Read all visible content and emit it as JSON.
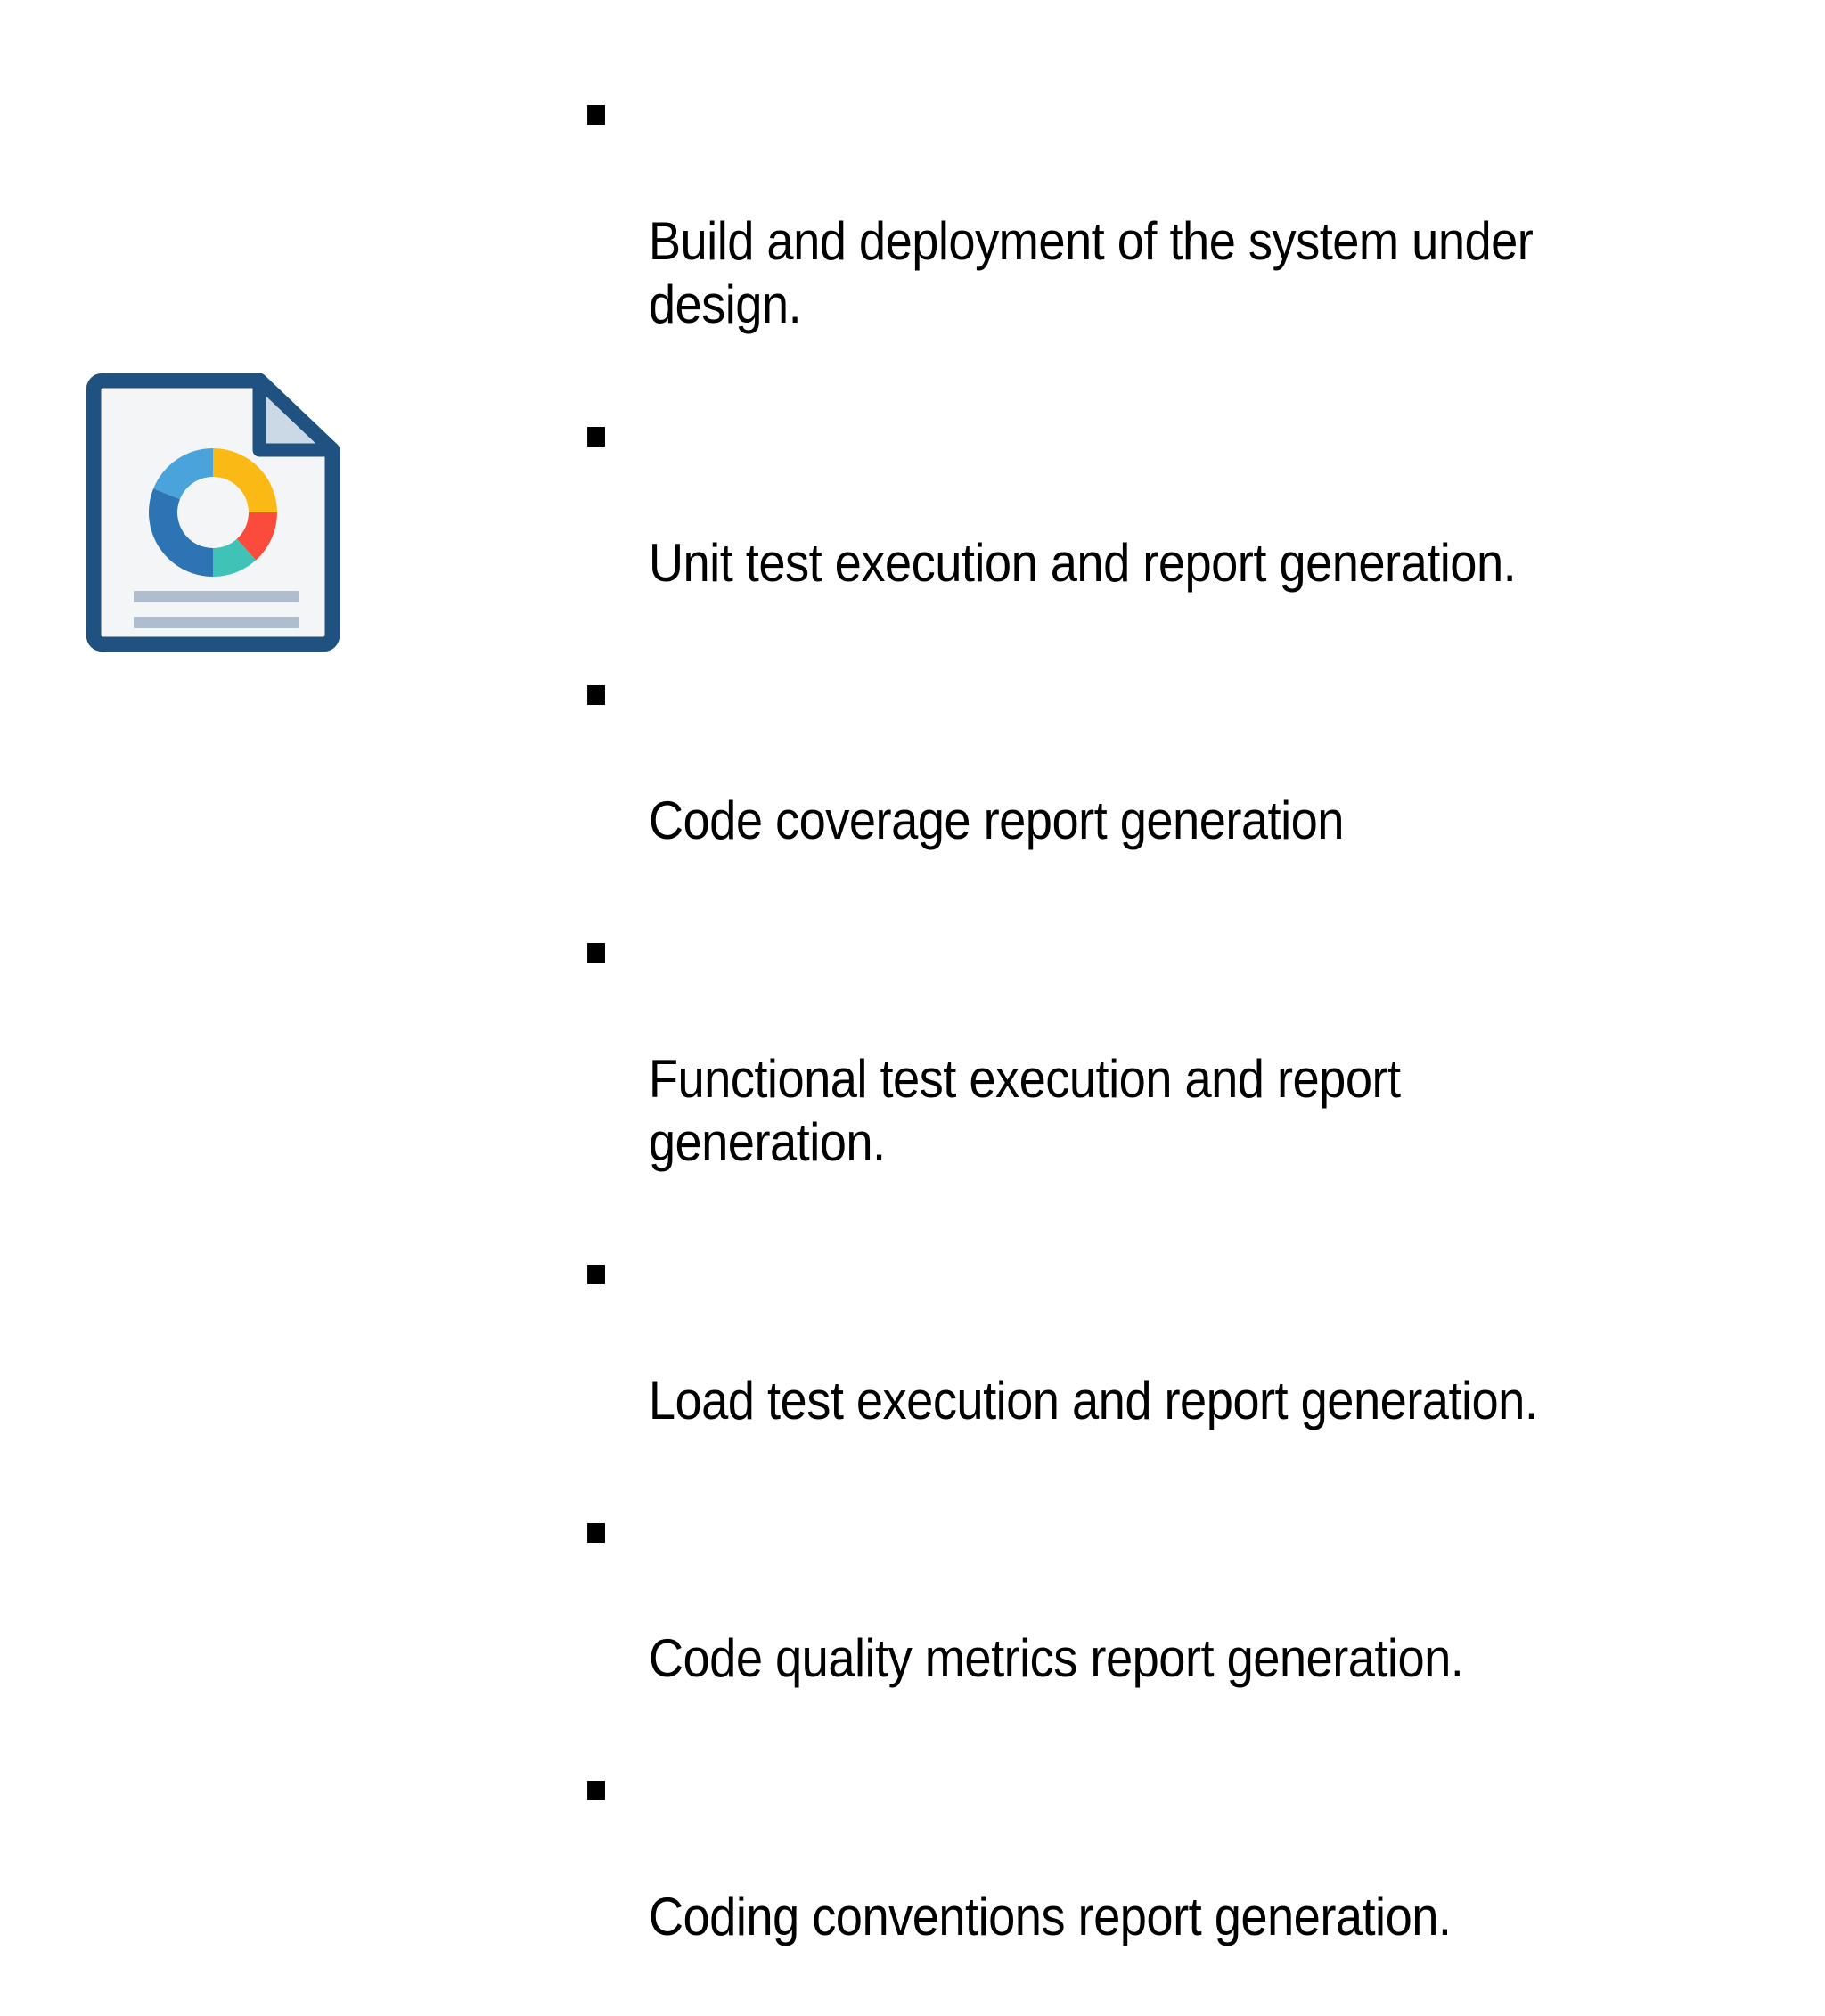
{
  "slide": {
    "background_color": "#FFFFFF"
  },
  "icon": {
    "name": "report-document-icon",
    "outline_color": "#1F5181",
    "page_fill_color": "#F4F5F7",
    "fold_fill_color": "#CBD9E6",
    "text_line_color": "#AFBECD",
    "text_lines": 2,
    "donut": {
      "type": "pie",
      "title": "",
      "hole_ratio": 0.56,
      "segments": [
        {
          "label": "segment-1",
          "color": "#FBB915",
          "start_deg": 0,
          "end_deg": 90,
          "value": 25
        },
        {
          "label": "segment-2",
          "color": "#FA4B3C",
          "start_deg": 90,
          "end_deg": 138,
          "value": 13
        },
        {
          "label": "segment-3",
          "color": "#3EC3B6",
          "start_deg": 138,
          "end_deg": 180,
          "value": 12
        },
        {
          "label": "segment-4",
          "color": "#2D74B5",
          "start_deg": 180,
          "end_deg": 248,
          "value": 19
        },
        {
          "label": "segment-5",
          "color": "#4BA3DC",
          "start_deg": 248,
          "end_deg": 360,
          "value": 31
        }
      ]
    }
  },
  "content": {
    "bullet_marker": "▪",
    "bullets": [
      {
        "text": "Build and deployment of the system under design."
      },
      {
        "text": "Unit test execution and report generation."
      },
      {
        "text": "Code coverage report generation"
      },
      {
        "text": "Functional test execution and report generation."
      },
      {
        "text": "Load test execution and report generation."
      },
      {
        "text": "Code quality metrics report generation."
      },
      {
        "text": "Coding conventions report generation."
      }
    ]
  },
  "chart_data": {
    "type": "pie",
    "title": "",
    "categories": [
      "segment-1",
      "segment-2",
      "segment-3",
      "segment-4",
      "segment-5"
    ],
    "values": [
      25,
      13,
      12,
      19,
      31
    ],
    "colors": [
      "#FBB915",
      "#FA4B3C",
      "#3EC3B6",
      "#2D74B5",
      "#4BA3DC"
    ],
    "legend": "none",
    "xlabel": "",
    "ylabel": ""
  }
}
